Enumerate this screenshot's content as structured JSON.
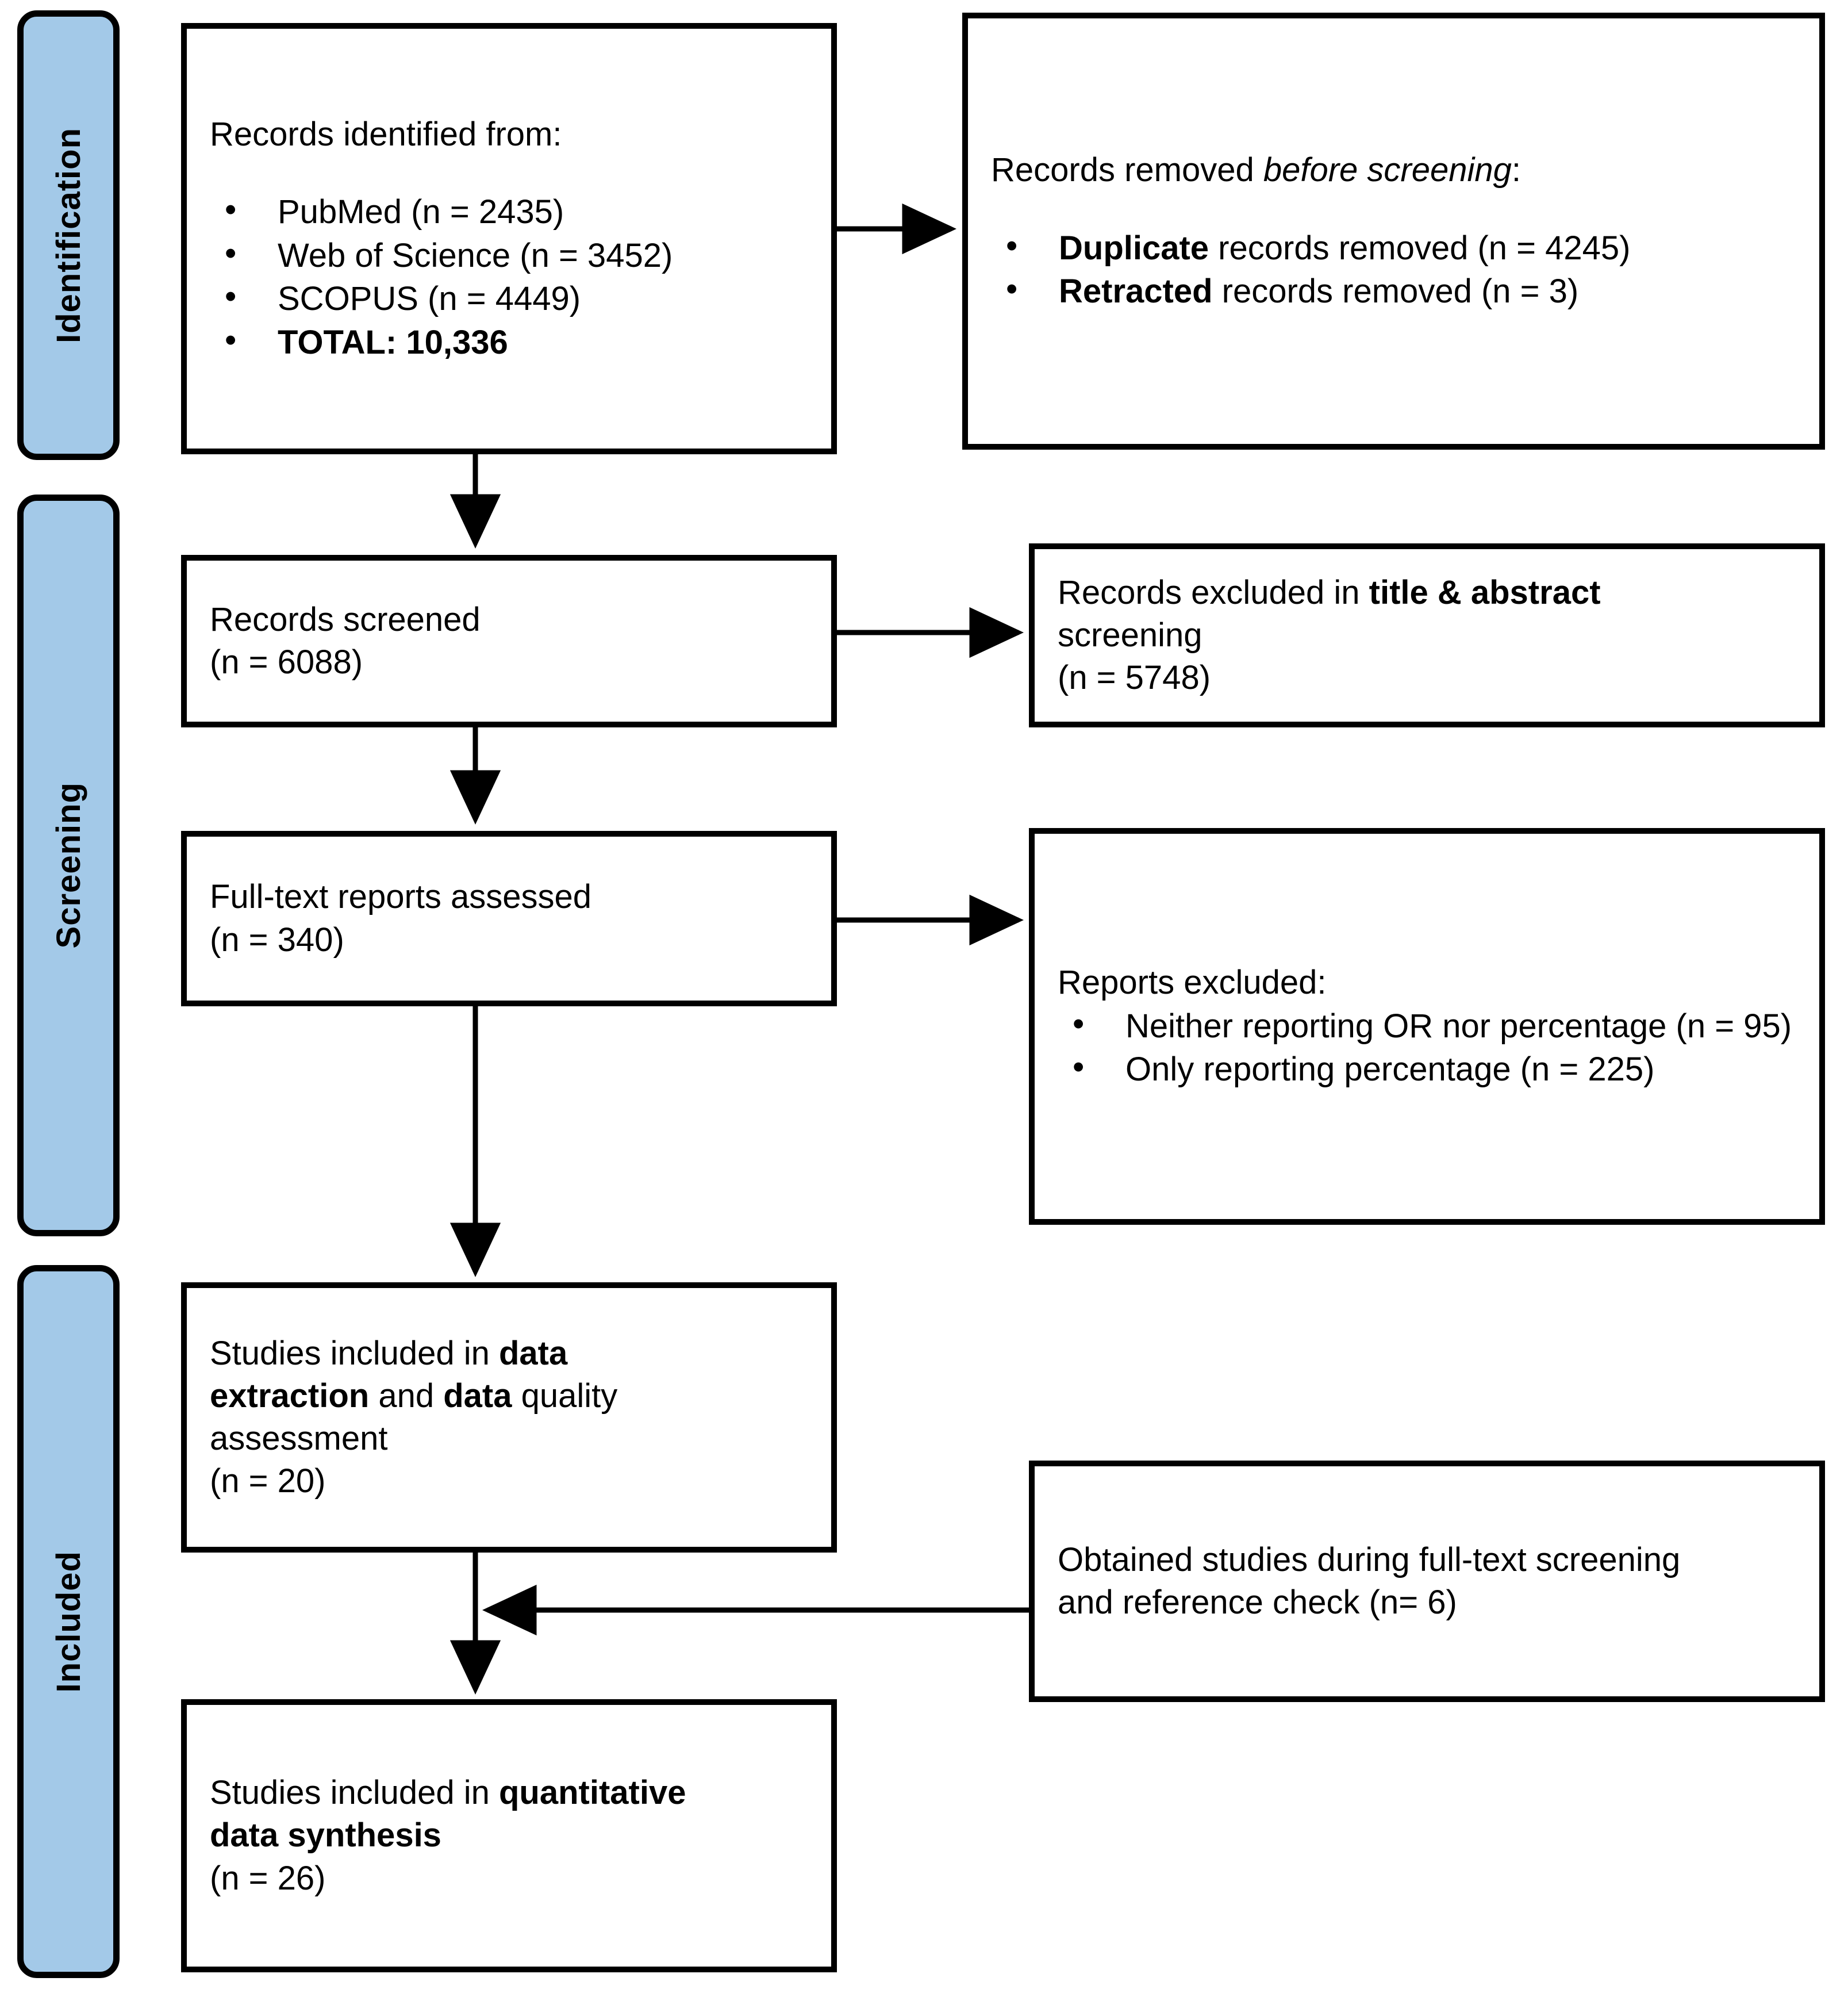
{
  "diagram": {
    "title": "PRISMA flow diagram",
    "accent_color": "#a3c9e8",
    "border_color": "#000000",
    "background_color": "#ffffff"
  },
  "stages": [
    {
      "label": "Identification"
    },
    {
      "label": "Screening"
    },
    {
      "label": "Included"
    }
  ],
  "identification": {
    "records_identified": {
      "heading": "Records identified from:",
      "bullets": [
        "PubMed (n = 2435)",
        "Web of Science (n = 3452)",
        "SCOPUS (n = 4449)"
      ],
      "total_label": "TOTAL:",
      "total_value": "10,336"
    },
    "records_removed": {
      "heading_plain": "Records removed ",
      "heading_italic": "before screening",
      "heading_colon": ":",
      "bullets": [
        {
          "bold": "Duplicate",
          "rest": " records removed (n = 4245)"
        },
        {
          "bold": "Retracted",
          "rest": " records removed (n = 3)"
        }
      ]
    }
  },
  "screening": {
    "records_screened": {
      "line1": "Records screened",
      "line2": "(n = 6088)"
    },
    "records_excluded": {
      "line1_a": "Records excluded in ",
      "line1_b": "title & abstract",
      "line2": "screening",
      "line3": "(n = 5748)"
    },
    "fulltext_assessed": {
      "line1": "Full-text reports assessed",
      "line2": "(n = 340)"
    },
    "reports_excluded": {
      "heading": "Reports excluded:",
      "bullets": [
        "Neither reporting OR nor percentage (n = 95)",
        "Only reporting percentage (n = 225)"
      ]
    }
  },
  "included": {
    "data_extraction": {
      "line1_a": "Studies included in ",
      "line1_b": "data",
      "line2_a": "extraction",
      "line2_b": " and ",
      "line2_c": "data",
      "line2_d": " quality",
      "line3": "assessment",
      "line4": "(n = 20)"
    },
    "obtained_studies": {
      "line1": "Obtained studies during full-text screening",
      "line2": "and reference check (n= 6)"
    },
    "quantitative_synthesis": {
      "line1_a": "Studies included in ",
      "line1_b": "quantitative",
      "line2_b": "data synthesis",
      "line3": "(n = 26)"
    }
  },
  "connectors": [
    {
      "name": "identified-to-removed",
      "type": "horizontal-arrow"
    },
    {
      "name": "identified-to-screened",
      "type": "vertical-arrow"
    },
    {
      "name": "screened-to-excluded",
      "type": "horizontal-arrow"
    },
    {
      "name": "screened-to-fulltext",
      "type": "vertical-arrow"
    },
    {
      "name": "fulltext-to-reports-excluded",
      "type": "horizontal-arrow"
    },
    {
      "name": "fulltext-to-extraction",
      "type": "vertical-arrow"
    },
    {
      "name": "extraction-to-synthesis",
      "type": "vertical-arrow"
    },
    {
      "name": "obtained-to-synthesis",
      "type": "horizontal-arrow-left"
    }
  ]
}
